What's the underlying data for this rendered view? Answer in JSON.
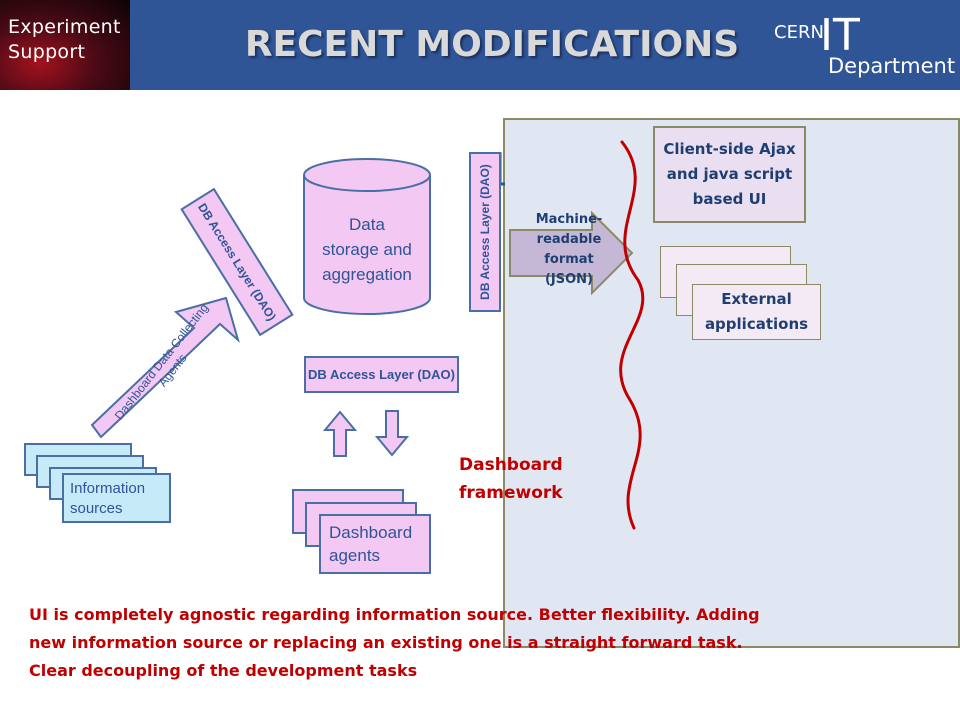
{
  "header": {
    "badge_line1": "Experiment",
    "badge_line2": "Support",
    "title": "RECENT MODIFICATIONS",
    "logo_cern": "CERN",
    "logo_it": "IT",
    "logo_department": "Department"
  },
  "diagram": {
    "data_storage": [
      "Data",
      "storage and",
      "aggregation"
    ],
    "dao_left": "DB Access Layer (DAO)",
    "dao_right": "DB Access Layer (DAO)",
    "dao_bottom": "DB Access Layer (DAO)",
    "collecting_agents": "Dashboard Data Collecting Agents",
    "information_sources": "Information sources",
    "dashboard_agents": "Dashboard agents",
    "machine_readable": [
      "Machine-",
      "readable",
      "format",
      "(JSON)"
    ],
    "client_side": "Client-side Ajax and java script based UI",
    "external_applications": "External applications",
    "dashboard_framework": [
      "Dashboard",
      "framework"
    ]
  },
  "summary": [
    "UI is completely agnostic regarding information source. Better flexibility. Adding",
    "new information source or replacing an existing one is a straight forward task.",
    "Clear decoupling of the development tasks"
  ],
  "colors": {
    "header": "#2f5597",
    "accent_red": "#c00000",
    "box_pink": "#f3c8f2",
    "box_cyan": "#c7eaf8",
    "panel": "#e1e7f2",
    "text_blue": "#2f5597"
  }
}
